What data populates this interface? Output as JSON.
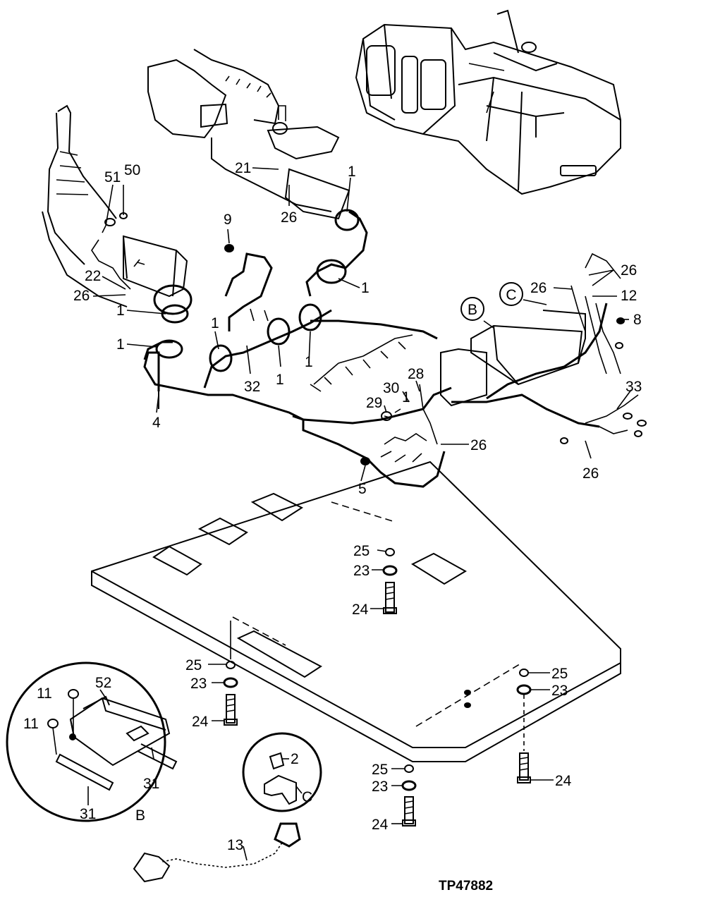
{
  "figure_code": "TP47882",
  "callouts": {
    "c50": "50",
    "c51": "51",
    "c22": "22",
    "c26a": "26",
    "c1a": "1",
    "c1b": "1",
    "c4": "4",
    "c9": "9",
    "c32": "32",
    "c1c": "1",
    "c1d": "1",
    "c1e": "1",
    "c21": "21",
    "c26b": "26",
    "c1f": "1",
    "c1g": "1",
    "c26c": "26",
    "c26d": "26",
    "c12": "12",
    "c8": "8",
    "c33": "33",
    "c26e": "26",
    "c26f": "26",
    "c28": "28",
    "c30": "30",
    "c29": "29",
    "c1h": "1",
    "c5": "5",
    "c25a": "25",
    "c23a": "23",
    "c24a": "24",
    "c25b": "25",
    "c23b": "23",
    "c24b": "24",
    "c25c": "25",
    "c23c": "23",
    "c24c": "24",
    "c25d": "25",
    "c23d": "23",
    "c24d": "24",
    "c11a": "11",
    "c11b": "11",
    "c52": "52",
    "c31a": "31",
    "c31b": "31",
    "c2": "2",
    "c13": "13"
  },
  "detail_labels": {
    "detail_b": "B",
    "detail_c": "C",
    "circle_b": "B",
    "circle_c": "C"
  }
}
